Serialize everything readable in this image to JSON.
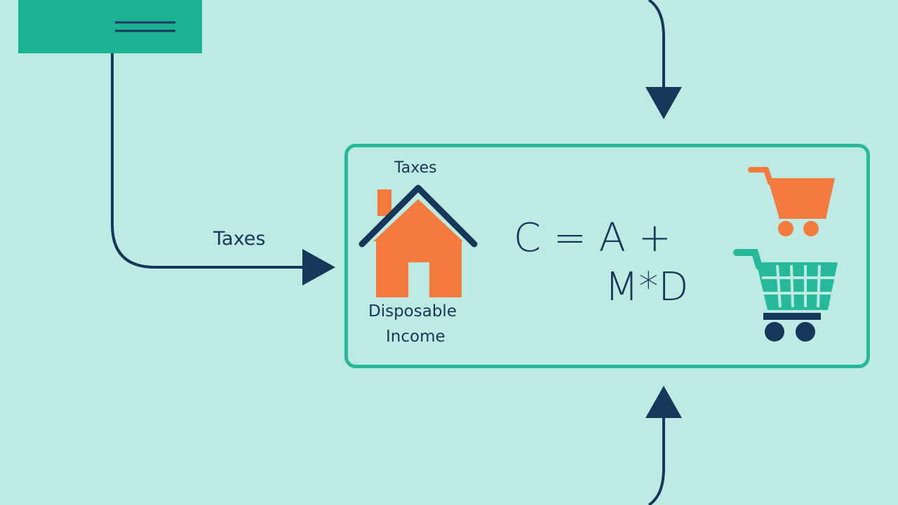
{
  "left_flow": {
    "label": "Taxes"
  },
  "center_box": {
    "taxes_label": "Taxes",
    "income_label_line1": "Disposable",
    "income_label_line2": "Income",
    "formula_line1": "C = A +",
    "formula_line2": "M*D"
  },
  "icons": {
    "house": "house-icon",
    "cart_top": "shopping-cart-icon",
    "cart_bottom": "shopping-cart-icon"
  },
  "colors": {
    "background": "#bdeae2",
    "teal": "#1bb391",
    "box_border": "#26b99a",
    "navy": "#16365a",
    "orange": "#f47a3d"
  }
}
